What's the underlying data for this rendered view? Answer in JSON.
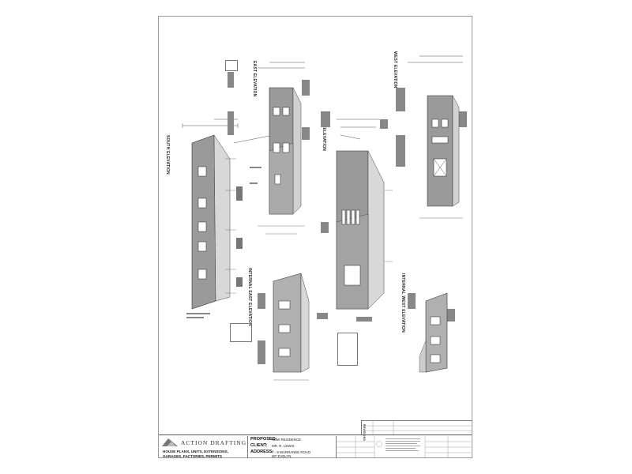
{
  "sheet": {
    "views": [
      {
        "key": "south",
        "label": "SOUTH ELEVATION"
      },
      {
        "key": "east",
        "label": "EAST ELEVATION"
      },
      {
        "key": "north",
        "label": "NORTH ELEVATION"
      },
      {
        "key": "west",
        "label": "WEST ELEVATION"
      },
      {
        "key": "internal_east",
        "label": "INTERNAL EAST ELEVATION"
      },
      {
        "key": "internal_west",
        "label": "INTERNAL WEST ELEVATION"
      }
    ],
    "revisions_label": "REVISIONS"
  },
  "title_block": {
    "brand": "ACTION DRAFTING",
    "services_line1": "HOUSE PLANS, UNITS, EXTENSIONS,",
    "services_line2": "GARAGES, FACTORIES, PERMITS",
    "proposed_label": "PROPOSED:",
    "proposed_value": "NEW RESIDENCE",
    "client_label": "CLIENT:",
    "client_value": "MR. R. LEWIS",
    "address_label": "ADDRESS:",
    "address_line1": "7 - 9 WARRANEE ROAD",
    "address_line2": "MT EVELYN"
  }
}
